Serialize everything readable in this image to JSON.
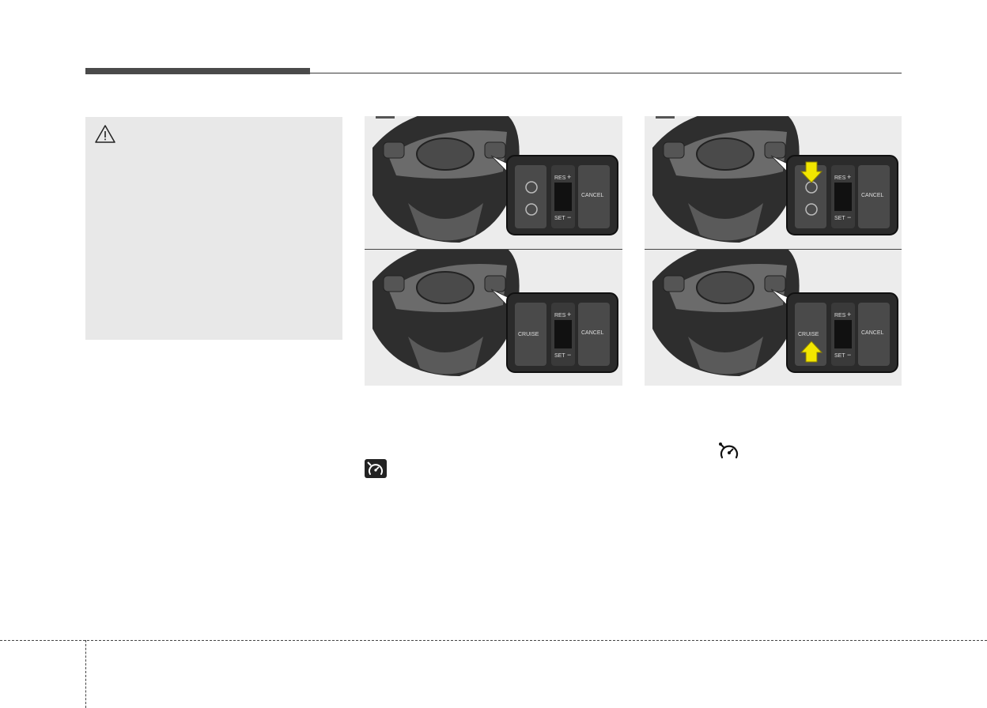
{
  "panels": {
    "top_left": {
      "button_top_label": "RES",
      "button_bottom_label": "SET",
      "right_label": "CANCEL",
      "plus": "+",
      "minus": "−"
    },
    "bottom_left": {
      "left_label": "CRUISE",
      "button_top_label": "RES",
      "button_bottom_label": "SET",
      "right_label": "CANCEL",
      "plus": "+",
      "minus": "−"
    },
    "top_right": {
      "button_top_label": "RES",
      "button_bottom_label": "SET",
      "right_label": "CANCEL",
      "plus": "+",
      "minus": "−"
    },
    "bottom_right": {
      "left_label": "CRUISE",
      "button_top_label": "RES",
      "button_bottom_label": "SET",
      "right_label": "CANCEL",
      "plus": "+",
      "minus": "−"
    }
  },
  "colors": {
    "highlight_arrow": "#f2e600",
    "box_bg": "#e8e8e8",
    "panel_bg": "#ececec"
  },
  "icons": {
    "warning": "warning-triangle-icon",
    "cruise": "cruise-speedometer-icon"
  }
}
